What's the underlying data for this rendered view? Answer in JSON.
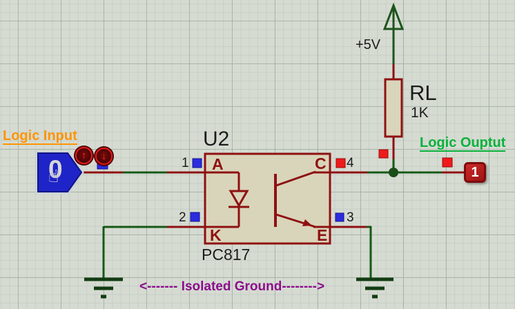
{
  "labels": {
    "logic_input": "Logic Input",
    "logic_output": "Logic Ouptut",
    "isolated_ground": "<------- Isolated Ground-------->",
    "power_rail": "+5V",
    "opto_ref": "U2",
    "opto_part": "PC817",
    "resistor_ref": "RL",
    "resistor_value": "1K"
  },
  "opto_pins": {
    "anode": "A",
    "cathode": "K",
    "collector": "C",
    "emitter": "E",
    "num1": "1",
    "num2": "2",
    "num3": "3",
    "num4": "4"
  },
  "input_probe": {
    "state": "0",
    "up_arrow": "↑",
    "down_arrow": "↓",
    "hand_cursor": "☝"
  },
  "output_probe": {
    "state": "1"
  },
  "colors": {
    "background": "#d6dbd2",
    "grid_minor": "#c6cfc6",
    "grid_major": "#a9b5a9",
    "wire_green": "#155915",
    "ground_green": "#123c12",
    "component_red": "#8e1111",
    "component_fill": "#d9d5ba",
    "marker_blue": "#2b2be0",
    "marker_red": "#ee1b1b",
    "input_probe_blue": "#1f24c8",
    "output_probe_red": "#b51f1f",
    "label_orange": "#ff9400",
    "label_green": "#0ab23c",
    "label_purple": "#8d0d8d"
  }
}
